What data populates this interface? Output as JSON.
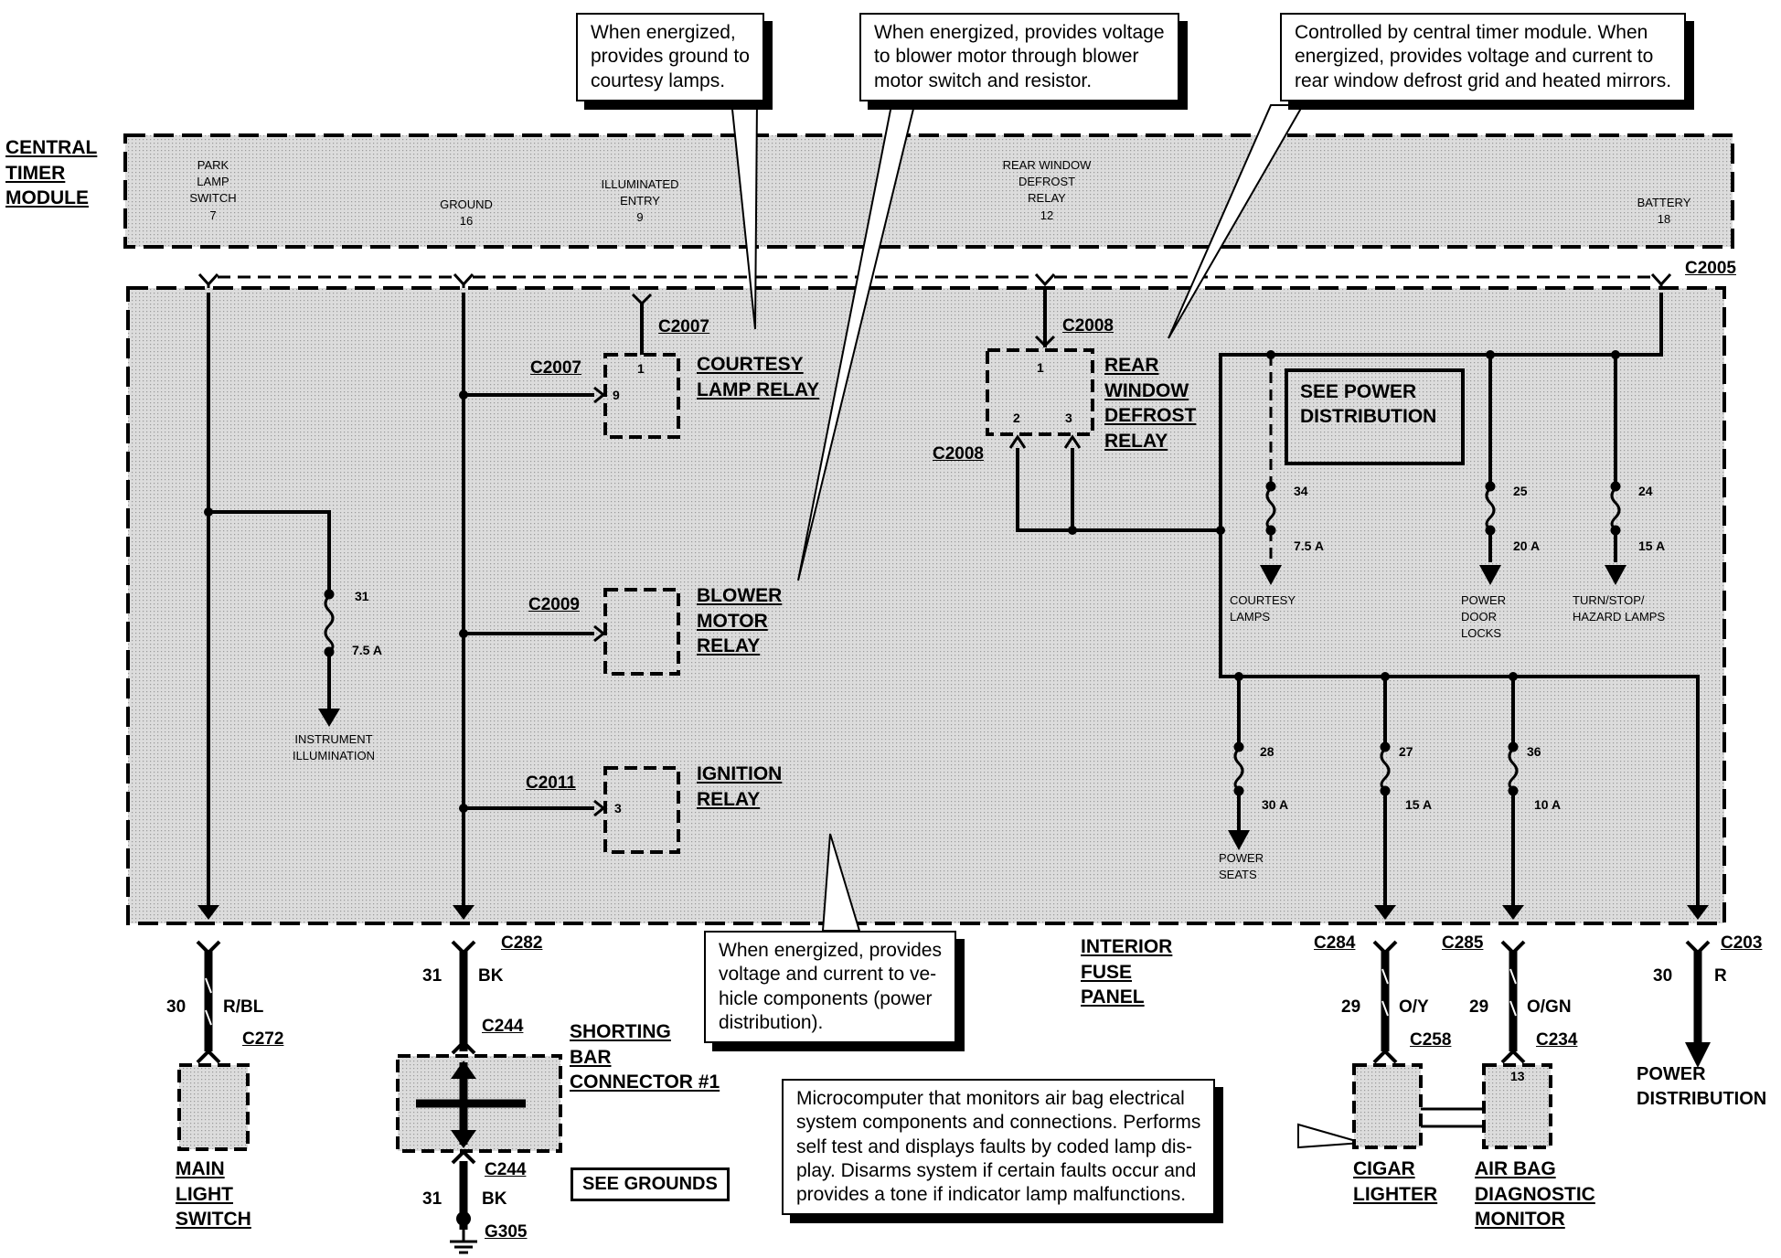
{
  "module": {
    "title_lines": [
      "CENTRAL",
      "TIMER",
      "MODULE"
    ]
  },
  "ctm_pins": [
    {
      "lines": [
        "PARK",
        "LAMP",
        "SWITCH",
        "7"
      ]
    },
    {
      "lines": [
        "GROUND",
        "16"
      ]
    },
    {
      "lines": [
        "ILLUMINATED",
        "ENTRY",
        "9"
      ]
    },
    {
      "lines": [
        "REAR WINDOW",
        "DEFROST",
        "RELAY",
        "12"
      ]
    },
    {
      "lines": [
        "BATTERY",
        "18"
      ]
    }
  ],
  "callouts": {
    "courtesy": [
      "When energized,",
      "provides ground to",
      "courtesy lamps."
    ],
    "blower": [
      "When energized, provides voltage",
      "to blower motor through  blower",
      "motor switch and resistor."
    ],
    "defrost": [
      "Controlled by central timer module. When",
      "energized, provides voltage and current to",
      "rear window defrost grid and heated mirrors."
    ],
    "ignition": [
      "When energized, provides",
      "voltage and current to ve-",
      "hicle components (power",
      "distribution)."
    ],
    "airbag": [
      "Microcomputer that monitors air bag electrical",
      "system components and connections. Performs",
      "self test and displays faults by coded lamp dis-",
      "play. Disarms system if certain faults occur and",
      "provides a tone if indicator lamp malfunctions."
    ]
  },
  "relays": {
    "courtesy": {
      "lines": [
        "COURTESY",
        "LAMP RELAY"
      ],
      "pins": [
        "1",
        "9"
      ],
      "connector_top": "C2007",
      "connector_side": "C2007"
    },
    "blower": {
      "lines": [
        "BLOWER",
        "MOTOR",
        "RELAY"
      ],
      "connector_side": "C2009"
    },
    "ignition": {
      "lines": [
        "IGNITION",
        "RELAY"
      ],
      "pins": [
        "3"
      ],
      "connector_side": "C2011"
    },
    "defrost": {
      "lines": [
        "REAR",
        "WINDOW",
        "DEFROST",
        "RELAY"
      ],
      "pins": [
        "1",
        "2",
        "3"
      ],
      "connector_top": "C2008",
      "connector_side": "C2008"
    }
  },
  "connector_c2005": "C2005",
  "see_power": [
    "SEE POWER",
    "DISTRIBUTION"
  ],
  "fuses": [
    {
      "num": "31",
      "amp": "7.5 A",
      "label_lines": [
        "INSTRUMENT",
        "ILLUMINATION"
      ]
    },
    {
      "num": "34",
      "amp": "7.5 A",
      "label_lines": [
        "COURTESY",
        "LAMPS"
      ]
    },
    {
      "num": "25",
      "amp": "20 A",
      "label_lines": [
        "POWER",
        "DOOR",
        "LOCKS"
      ]
    },
    {
      "num": "24",
      "amp": "15 A",
      "label_lines": [
        "TURN/STOP/",
        "HAZARD LAMPS"
      ]
    },
    {
      "num": "28",
      "amp": "30 A",
      "label_lines": [
        "POWER",
        "SEATS"
      ]
    },
    {
      "num": "27",
      "amp": "15 A",
      "label_lines": []
    },
    {
      "num": "36",
      "amp": "10 A",
      "label_lines": []
    }
  ],
  "panel": {
    "lines": [
      "INTERIOR",
      "FUSE",
      "PANEL"
    ]
  },
  "wires": [
    {
      "circuit": "30",
      "color": "R/BL",
      "conn_top": "",
      "conn_bottom": "C272",
      "component": [
        "MAIN",
        "LIGHT",
        "SWITCH"
      ]
    },
    {
      "circuit": "31",
      "color": "BK",
      "conn_top": "C282",
      "conn_bottom": "C244",
      "component": []
    },
    {
      "circuit": "29",
      "color": "O/Y",
      "conn_top": "C284",
      "conn_bottom": "C258",
      "component": [
        "CIGAR",
        "LIGHTER"
      ]
    },
    {
      "circuit": "29",
      "color": "O/GN",
      "conn_top": "C285",
      "conn_bottom": "C234",
      "component": [
        "AIR BAG",
        "DIAGNOSTIC",
        "MONITOR"
      ],
      "pin": "13"
    },
    {
      "circuit": "30",
      "color": "R",
      "conn_top": "C203",
      "conn_bottom": "",
      "component": [
        "POWER",
        "DISTRIBUTION"
      ]
    }
  ],
  "shorting_bar": {
    "lines": [
      "SHORTING",
      "BAR",
      "CONNECTOR #1"
    ],
    "conn_bottom": "C244"
  },
  "ground_wire": {
    "circuit": "31",
    "color": "BK",
    "ground": "G305"
  },
  "see_grounds": "SEE GROUNDS"
}
